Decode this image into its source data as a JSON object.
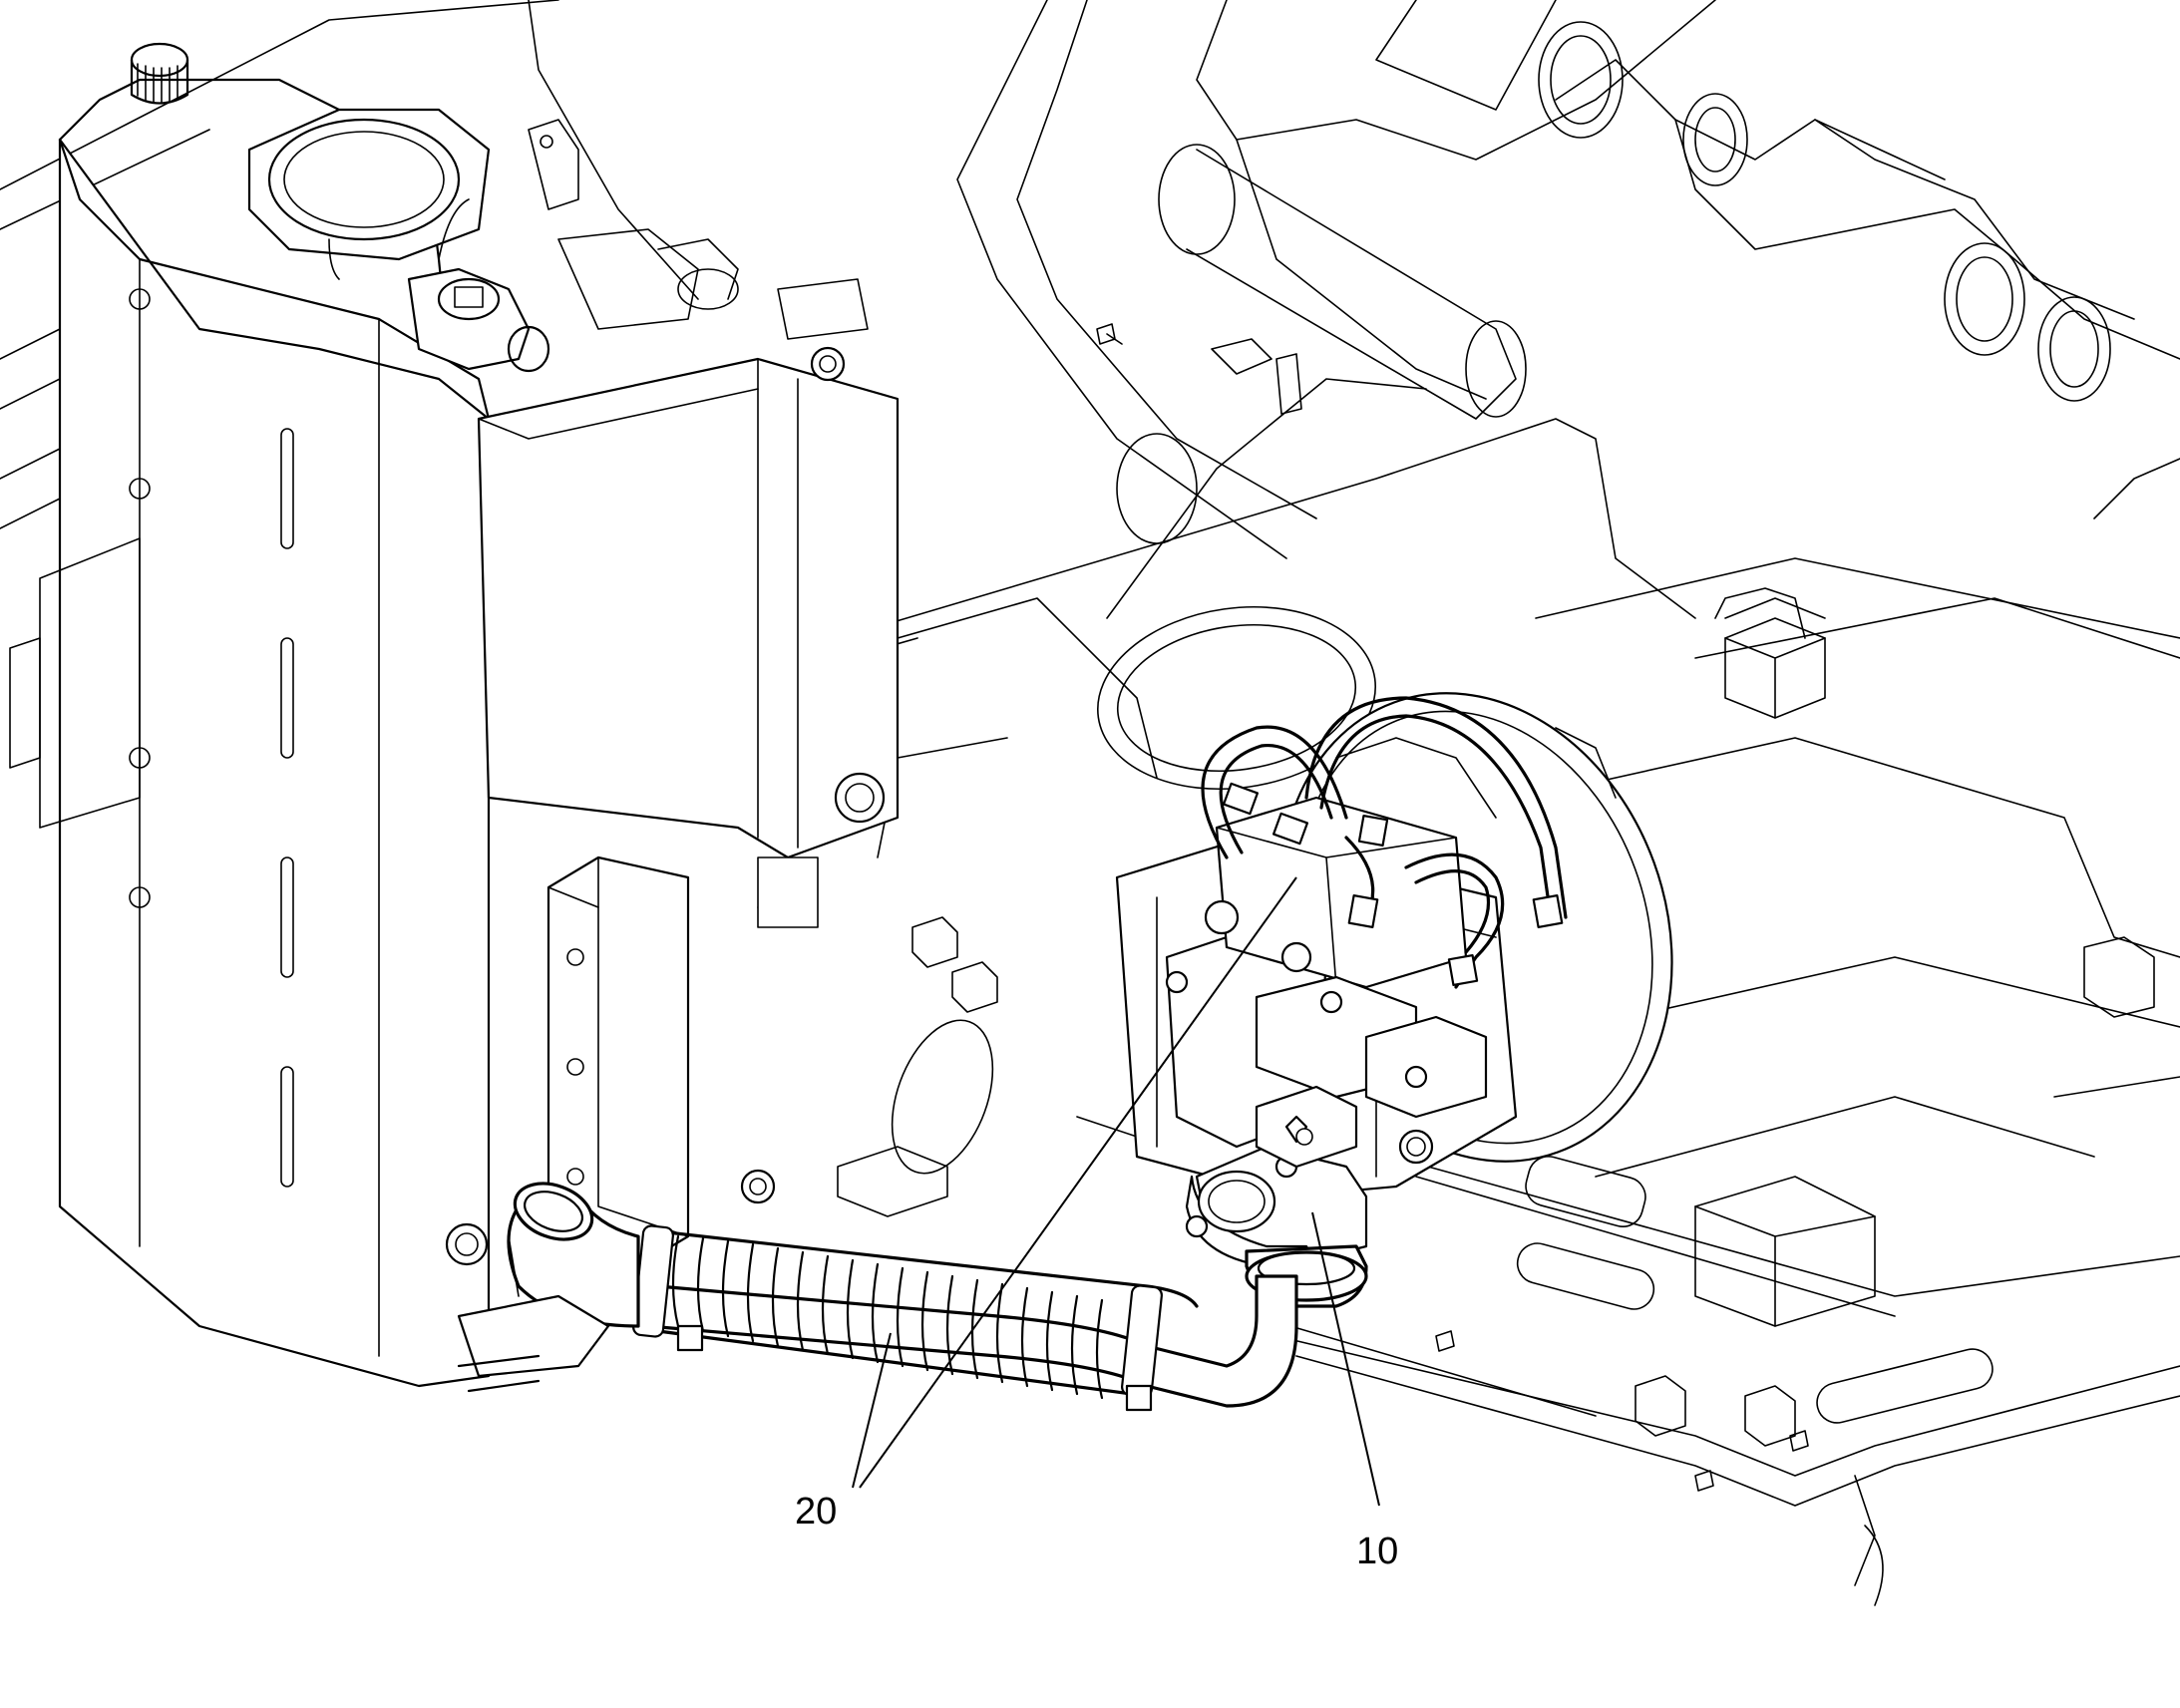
{
  "callouts": [
    {
      "id": "20",
      "label": "20"
    },
    {
      "id": "10",
      "label": "10"
    }
  ],
  "colors": {
    "line": "#000000",
    "background": "#ffffff"
  }
}
